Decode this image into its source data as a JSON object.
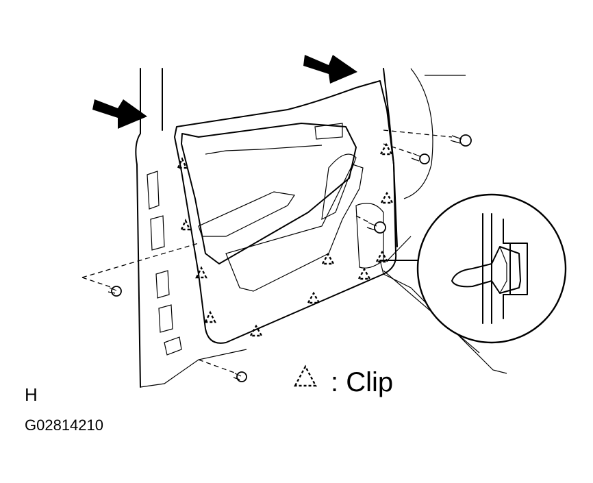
{
  "figure": {
    "view_label": "H",
    "figure_code": "G02814210",
    "legend": {
      "symbol_icon": "dashed-triangle-icon",
      "text": ": Clip"
    },
    "colors": {
      "ink": "#000000",
      "background": "#ffffff"
    }
  }
}
